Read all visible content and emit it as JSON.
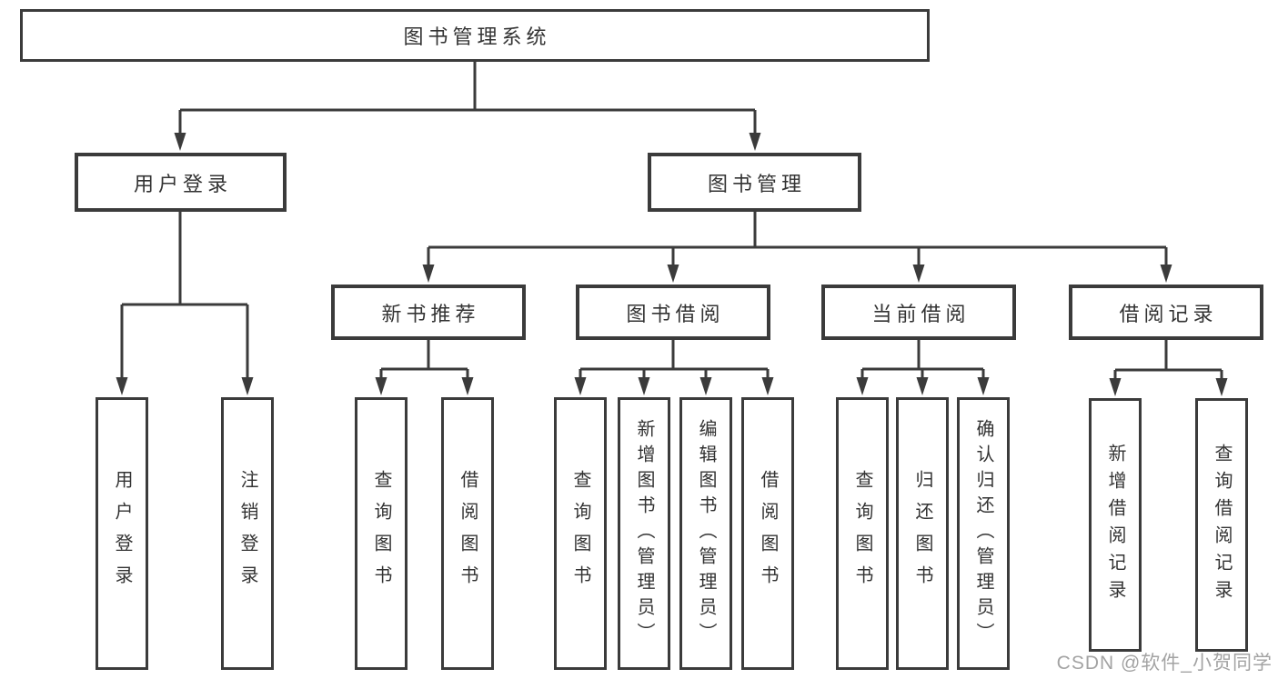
{
  "diagram": {
    "watermark": "CSDN @软件_小贺同学",
    "colors": {
      "line": "#3b3b3b",
      "text": "#333333",
      "watermark": "#a3a3a3",
      "background": "#ffffff"
    },
    "tree": {
      "root": "图书管理系统",
      "branches": [
        {
          "label": "用户登录",
          "children": [
            "用户登录",
            "注销登录"
          ]
        },
        {
          "label": "图书管理",
          "children": [
            {
              "label": "新书推荐",
              "children": [
                "查询图书",
                "借阅图书"
              ]
            },
            {
              "label": "图书借阅",
              "children": [
                "查询图书",
                "新增图书（管理员）",
                "编辑图书（管理员）",
                "借阅图书"
              ]
            },
            {
              "label": "当前借阅",
              "children": [
                "查询图书",
                "归还图书",
                "确认归还（管理员）"
              ]
            },
            {
              "label": "借阅记录",
              "children": [
                "新增借阅记录",
                "查询借阅记录"
              ]
            }
          ]
        }
      ]
    }
  }
}
